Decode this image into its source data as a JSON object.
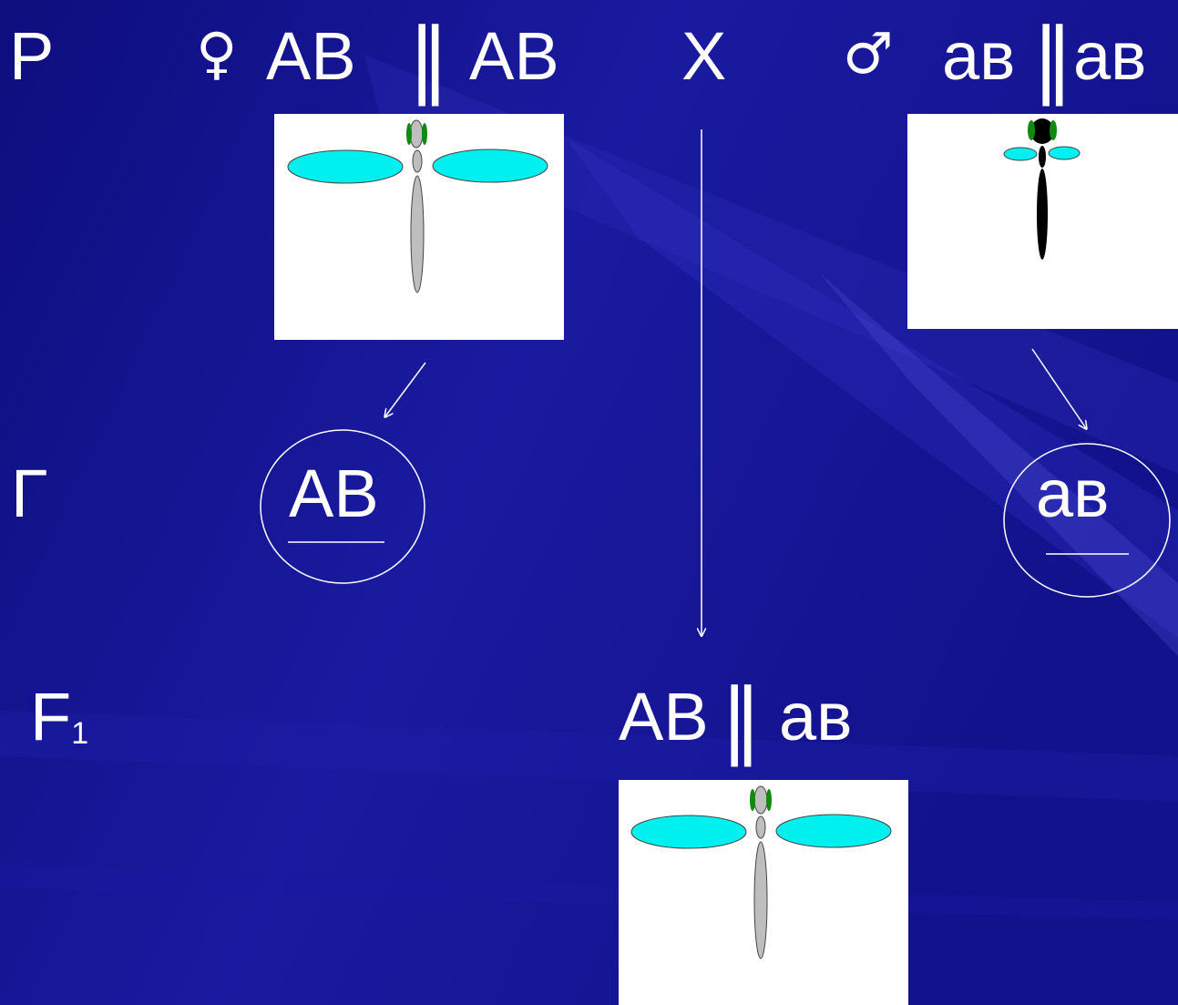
{
  "colors": {
    "background": "#13138f",
    "text": "#ffffff",
    "wing": "#00f0f0",
    "body_grey": "#bebebe",
    "body_black": "#000000",
    "eye_green": "#128a12"
  },
  "rows": {
    "parents_label": "P",
    "gametes_label": "Г",
    "f1_label": "F",
    "f1_index": "1"
  },
  "parents": {
    "female_symbol": "♀",
    "female_left": "AB",
    "female_right": "AB",
    "cross": "X",
    "male_symbol": "♂",
    "male_left": "ав",
    "male_right": "ав",
    "divider": "‖"
  },
  "gametes": {
    "female": "AB",
    "male": "ав"
  },
  "offspring": {
    "left": "AB",
    "divider": "‖",
    "right": "ав"
  },
  "icons": {
    "female_fly": "dragonfly-long-wings-grey-body",
    "male_fly": "dragonfly-short-wings-black-body",
    "offspring_fly": "dragonfly-long-wings-grey-body"
  }
}
